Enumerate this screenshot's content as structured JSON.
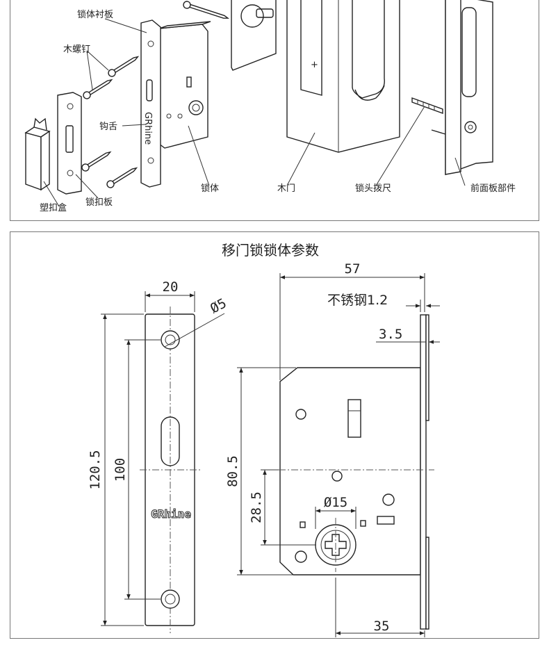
{
  "exploded_view": {
    "labels": {
      "lock_body_liner": "锁体衬板",
      "wood_screw": "木螺钉",
      "latch_tongue": "钩舌",
      "plastic_box": "塑扣盒",
      "strike_plate": "锁扣板",
      "lock_body": "锁体",
      "wooden_door": "木门",
      "cylinder_tailpiece": "锁头拨尺",
      "front_panel_parts": "前面板部件"
    },
    "brand_mark": "GRhine"
  },
  "dimension_drawing": {
    "title": "移门锁锁体参数",
    "brand_mark": "GRhine",
    "dims": {
      "faceplate_width": "20",
      "screw_hole": "Ø5",
      "faceplate_height": "120.5",
      "screw_spacing": "100",
      "body_depth": "57",
      "material_label": "不锈钢1.2",
      "faceplate_offset": "3.5",
      "body_height": "80.5",
      "cylinder_height": "28.5",
      "cylinder_diameter": "Ø15",
      "backset": "35"
    }
  }
}
